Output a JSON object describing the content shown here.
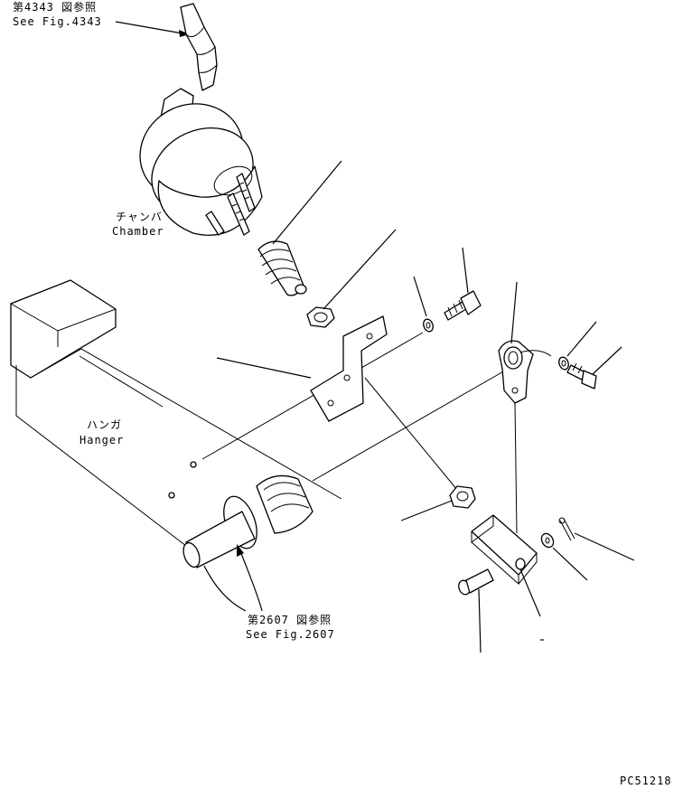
{
  "references": {
    "fig4343_jp": "第4343 図参照",
    "fig4343_en": "See Fig.4343",
    "fig2607_jp": "第2607 図参照",
    "fig2607_en": "See Fig.2607"
  },
  "parts": {
    "chamber_jp": "チャンバ",
    "chamber_en": "Chamber",
    "hanger_jp": "ハンガ",
    "hanger_en": "Hanger"
  },
  "drawing_code": "PC51218"
}
